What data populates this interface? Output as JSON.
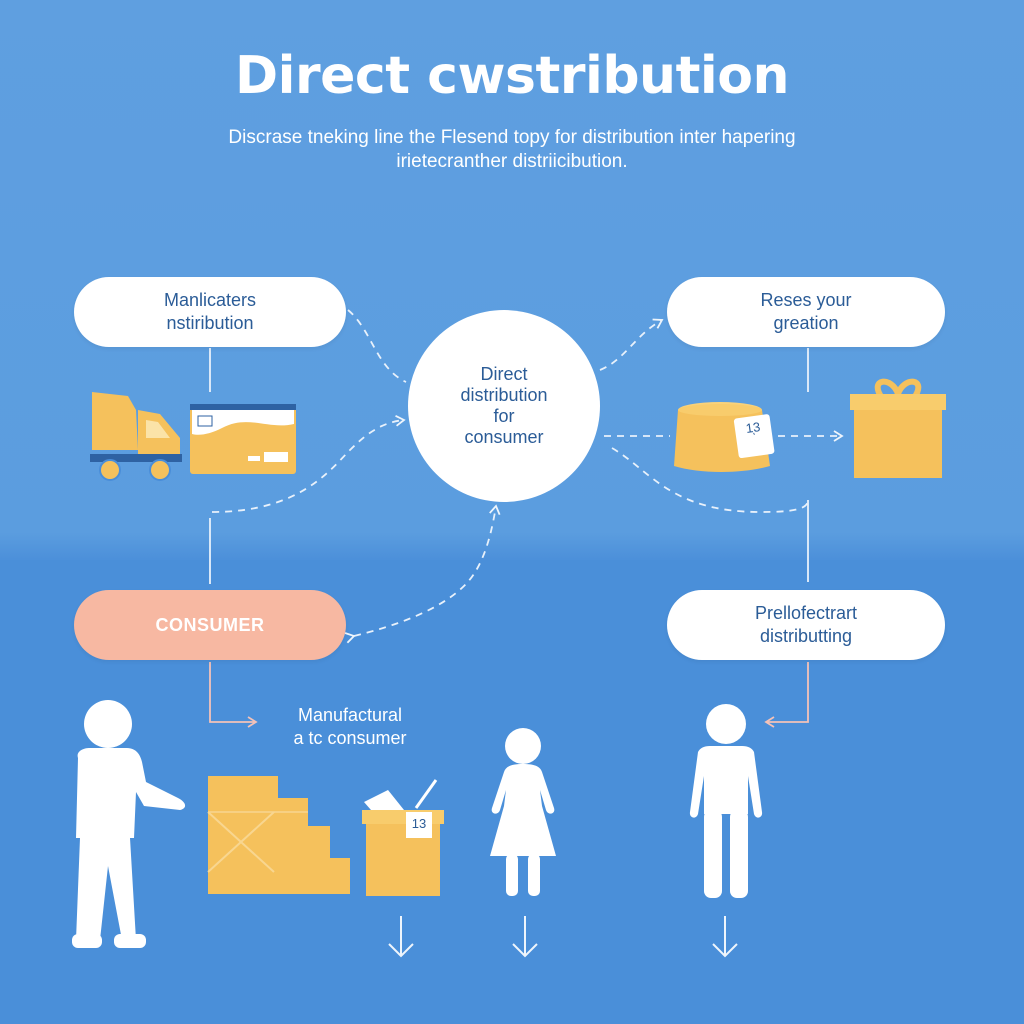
{
  "title": "Direct cwstribution",
  "subtitle": {
    "line1": "Discrase tneking line the Flesend topy for distribution inter hapering",
    "line2": "irietecranther distriicibution."
  },
  "nodes": {
    "top_left": {
      "line1": "Manlicaters",
      "line2": "nstiribution"
    },
    "top_right": {
      "line1": "Reses your",
      "line2": "greation"
    },
    "center": {
      "line1": "Direct",
      "line2": "distribution",
      "line3": "for",
      "line4": "consumer"
    },
    "consumer": {
      "label": "CONSUMER"
    },
    "bottom_right": {
      "line1": "Prellofectrart",
      "line2": "distributting"
    }
  },
  "bottom_caption": {
    "line1": "Manufactural",
    "line2": "a tc consumer"
  },
  "package_labels": {
    "basket_tag": "1ͅ3",
    "box_tag": "13"
  },
  "icons": [
    "delivery-truck-icon",
    "shipping-box-icon",
    "basket-icon",
    "gift-box-icon",
    "person-icon",
    "woman-icon",
    "stacked-boxes-icon",
    "open-box-icon",
    "down-arrow-icon"
  ],
  "colors": {
    "background": "#5b9ddf",
    "lower_band": "#4a8fd9",
    "node_fill": "#ffffff",
    "node_text": "#2b5c97",
    "consumer_fill": "#f7b8a2",
    "package_yellow": "#f5c15c",
    "connector": "#e8f1fb"
  }
}
